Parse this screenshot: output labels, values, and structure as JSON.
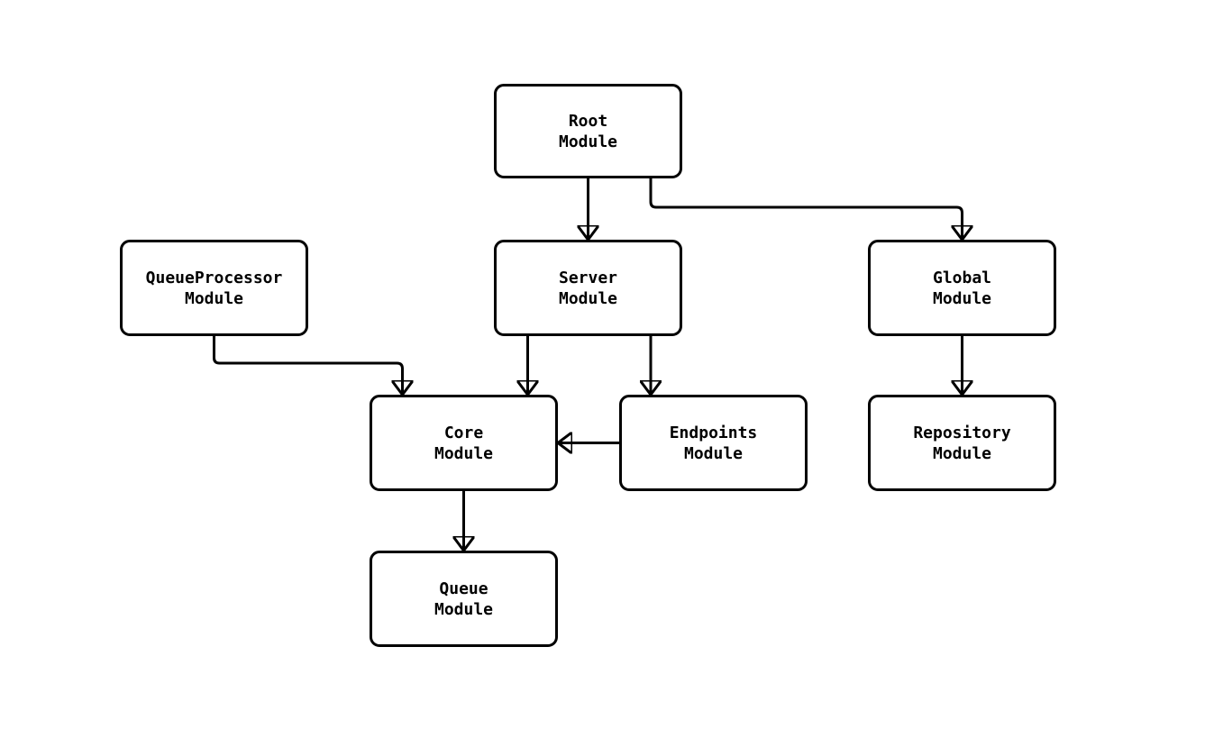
{
  "diagram": {
    "kind": "module-dependency-flowchart",
    "colors": {
      "background": "#ffffff",
      "node_fill": "#ffffff",
      "node_border": "#000000",
      "edge": "#000000",
      "text": "#000000"
    },
    "nodes": [
      {
        "id": "root",
        "line1": "Root",
        "line2": "Module"
      },
      {
        "id": "queueprocessor",
        "line1": "QueueProcessor",
        "line2": "Module"
      },
      {
        "id": "server",
        "line1": "Server",
        "line2": "Module"
      },
      {
        "id": "global",
        "line1": "Global",
        "line2": "Module"
      },
      {
        "id": "core",
        "line1": "Core",
        "line2": "Module"
      },
      {
        "id": "endpoints",
        "line1": "Endpoints",
        "line2": "Module"
      },
      {
        "id": "repository",
        "line1": "Repository",
        "line2": "Module"
      },
      {
        "id": "queue",
        "line1": "Queue",
        "line2": "Module"
      }
    ],
    "edges": [
      {
        "from": "root",
        "to": "server"
      },
      {
        "from": "root",
        "to": "global"
      },
      {
        "from": "queueprocessor",
        "to": "core"
      },
      {
        "from": "server",
        "to": "core"
      },
      {
        "from": "server",
        "to": "endpoints"
      },
      {
        "from": "endpoints",
        "to": "core"
      },
      {
        "from": "global",
        "to": "repository"
      },
      {
        "from": "core",
        "to": "queue"
      }
    ]
  }
}
